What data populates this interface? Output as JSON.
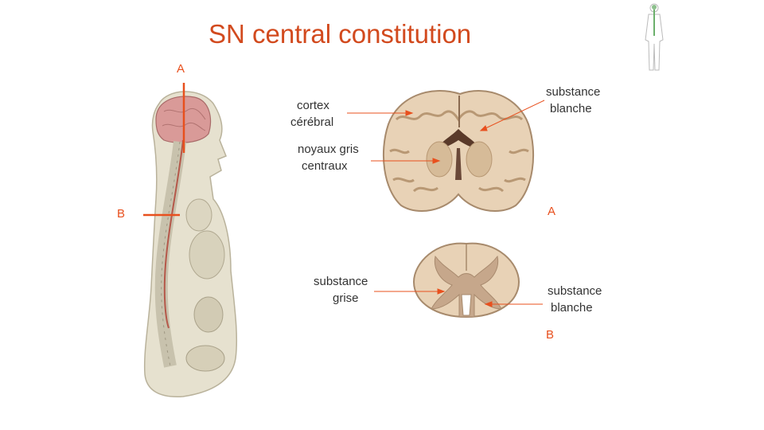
{
  "title": "SN central constitution",
  "markers": {
    "body_cut_a": "A",
    "body_cut_b": "B",
    "brain_section": "A",
    "spinal_section": "B"
  },
  "labels": {
    "cortex_line1": "cortex",
    "cortex_line2": "cérébral",
    "noyaux_line1": "noyaux gris",
    "noyaux_line2": "centraux",
    "sb_brain_line1": "substance",
    "sb_brain_line2": "blanche",
    "sg_line1": "substance",
    "sg_line2": "grise",
    "sb_cord_line1": "substance",
    "sb_cord_line2": "blanche"
  },
  "colors": {
    "accent": "#e8501e",
    "title": "#d24a1e",
    "tissue": "#e8d2b6",
    "grey_matter": "#c6a78b",
    "brain": "#d99a98",
    "body": "#e6e1cf",
    "spine": "#c8c2ad"
  },
  "icons": {
    "corner_figure": "human-silhouette-icon"
  }
}
